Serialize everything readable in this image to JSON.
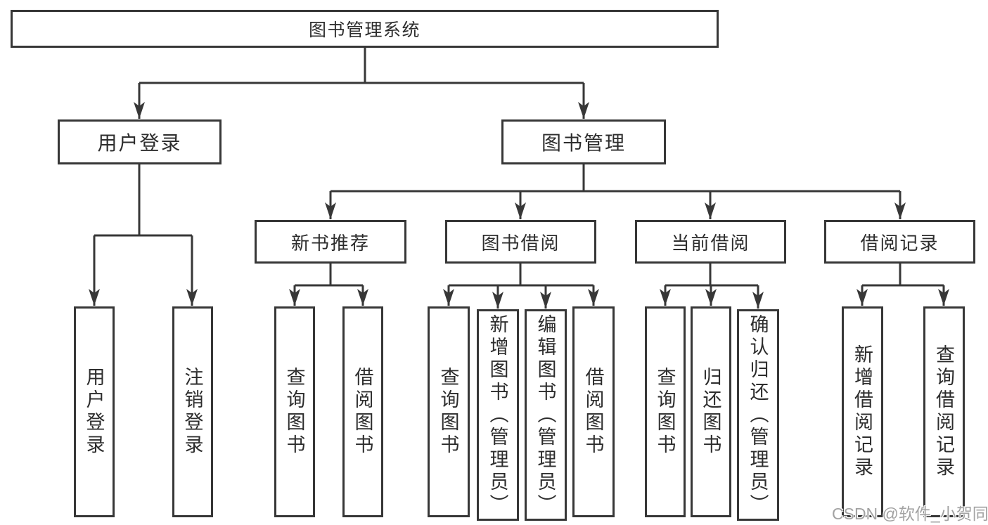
{
  "tree": {
    "label": "图书管理系统",
    "children": [
      {
        "label": "用户登录",
        "children": [
          {
            "label": "用户登录"
          },
          {
            "label": "注销登录"
          }
        ]
      },
      {
        "label": "图书管理",
        "children": [
          {
            "label": "新书推荐",
            "children": [
              {
                "label": "查询图书"
              },
              {
                "label": "借阅图书"
              }
            ]
          },
          {
            "label": "图书借阅",
            "children": [
              {
                "label": "查询图书"
              },
              {
                "label": "新增图书（管理员）"
              },
              {
                "label": "编辑图书（管理员）"
              },
              {
                "label": "借阅图书"
              }
            ]
          },
          {
            "label": "当前借阅",
            "children": [
              {
                "label": "查询图书"
              },
              {
                "label": "归还图书"
              },
              {
                "label": "确认归还（管理员）"
              }
            ]
          },
          {
            "label": "借阅记录",
            "children": [
              {
                "label": "新增借阅记录"
              },
              {
                "label": "查询借阅记录"
              }
            ]
          }
        ]
      }
    ]
  },
  "watermark": {
    "text": "CSDN @软件_小贺同学"
  },
  "colors": {
    "line": "#373737",
    "text": "#2d2d2d",
    "watermark": "#a2a2a2",
    "background": "#ffffff"
  }
}
